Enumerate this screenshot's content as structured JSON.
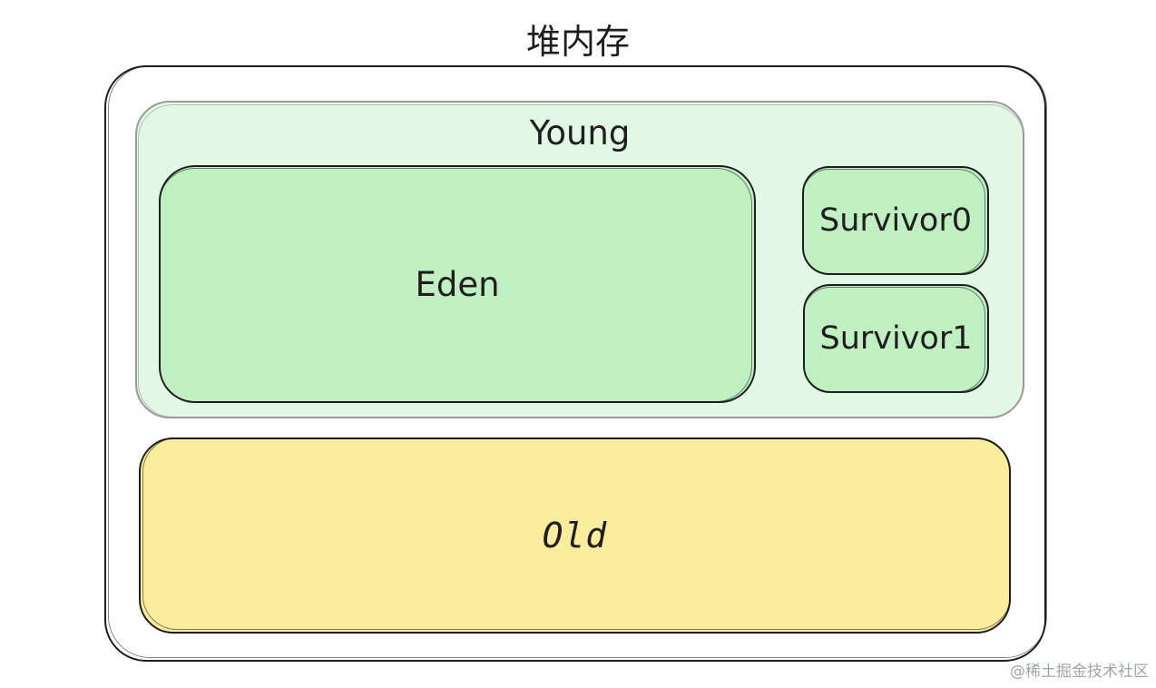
{
  "diagram": {
    "title": "堆内存",
    "young": {
      "label": "Young",
      "eden": "Eden",
      "survivor0": "Survivor0",
      "survivor1": "Survivor1"
    },
    "old": "Old"
  },
  "colors": {
    "heap_border": "#1e1e1e",
    "young_bg": "#e2f7e4",
    "young_border": "#9a9a9a",
    "eden_bg": "#c0efc2",
    "old_bg": "#fcec9d"
  },
  "watermark": "@稀土掘金技术社区"
}
